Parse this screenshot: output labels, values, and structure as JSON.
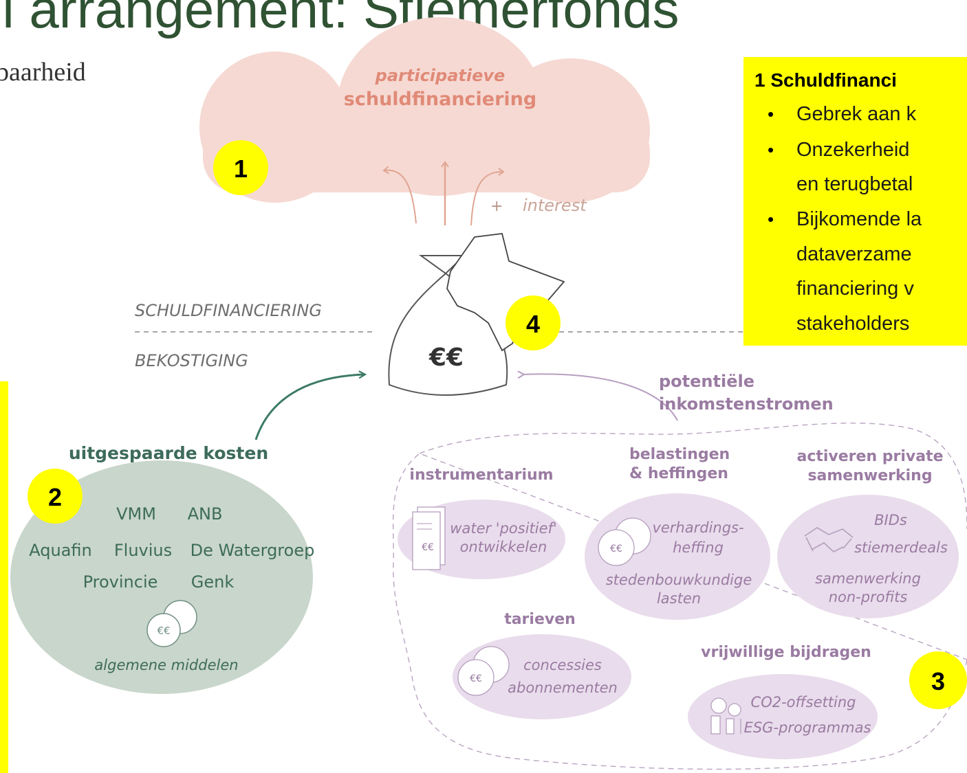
{
  "slide": {
    "title": "el arrangement: Stiemerfonds",
    "subtitle_fragment": "baarheid"
  },
  "markers": {
    "m1": "1",
    "m2": "2",
    "m3": "3",
    "m4": "4"
  },
  "top": {
    "line1": "participatieve",
    "line2": "schuldfinanciering",
    "interest": "interest",
    "plus": "+"
  },
  "center": {
    "schuld": "SCHULDFINANCIERING",
    "bekostiging": "BEKOSTIGING",
    "bag": "€€"
  },
  "left": {
    "title": "uitgespaarde kosten",
    "vmm": "VMM",
    "anb": "ANB",
    "aquafin": "Aquafin",
    "fluvius": "Fluvius",
    "watergroep": "De Watergroep",
    "provincie": "Provincie",
    "genk": "Genk",
    "coin": "€€",
    "middelen": "algemene middelen"
  },
  "right": {
    "title1": "potentiële",
    "title2": "inkomstenstromen",
    "instr": {
      "title": "instrumentarium",
      "l1": "water 'positief'",
      "l2": "ontwikkelen",
      "coin": "€€"
    },
    "bel": {
      "t1": "belastingen",
      "t2": "& heffingen",
      "l1": "verhardings-",
      "l2": "heffing",
      "l3": "stedenbouwkundige",
      "l4": "lasten",
      "coin": "€€"
    },
    "act": {
      "t1": "activeren private",
      "t2": "samenwerking",
      "l1": "BIDs",
      "l2": "stiemerdeals",
      "l3": "samenwerking",
      "l4": "non-profits"
    },
    "tar": {
      "title": "tarieven",
      "l1": "concessies",
      "l2": "abonnementen",
      "coin": "€€"
    },
    "vrij": {
      "title": "vrijwillige bijdragen",
      "l1": "CO2-offsetting",
      "l2": "ESG-programmas"
    }
  },
  "note": {
    "heading": "1 Schuldfinanci",
    "bullet": "•",
    "b1": "Gebrek aan k",
    "b2a": "Onzekerheid",
    "b2b": "en terugbetal",
    "b3a": "Bijkomende la",
    "b3b": "dataverzame",
    "b3c": "financiering v",
    "b3d": "stakeholders"
  },
  "colors": {
    "title": "#2f5233",
    "highlight": "#ffff00",
    "pink": "#f6d9d3",
    "pinkText": "#e08a77",
    "green": "#c9d6cb",
    "greenText": "#3d6b5a",
    "purple": "#e9dcec",
    "purpleText": "#9a7ba2",
    "gray": "#777777"
  }
}
